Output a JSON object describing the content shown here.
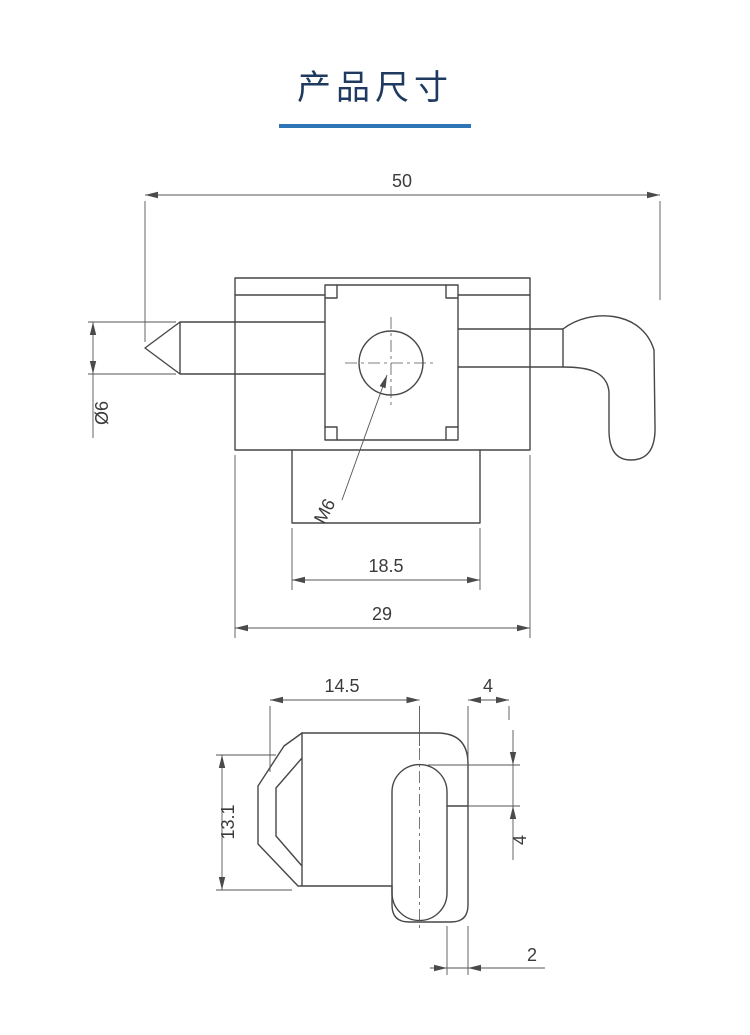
{
  "header": {
    "title": "产品尺寸"
  },
  "colors": {
    "accent_underline": "#2e75b6",
    "title_text": "#1e3a5f",
    "drawing_lines": "#474747"
  },
  "front_view": {
    "dim_overall": "50",
    "dim_pin_diameter": "Ø6",
    "dim_thread": "M6",
    "dim_plate_width": "18.5",
    "dim_body_width": "29"
  },
  "side_view": {
    "dim_center": "14.5",
    "dim_top_offset": "4",
    "dim_height": "13.1",
    "dim_side_offset": "4",
    "dim_wall": "2"
  }
}
